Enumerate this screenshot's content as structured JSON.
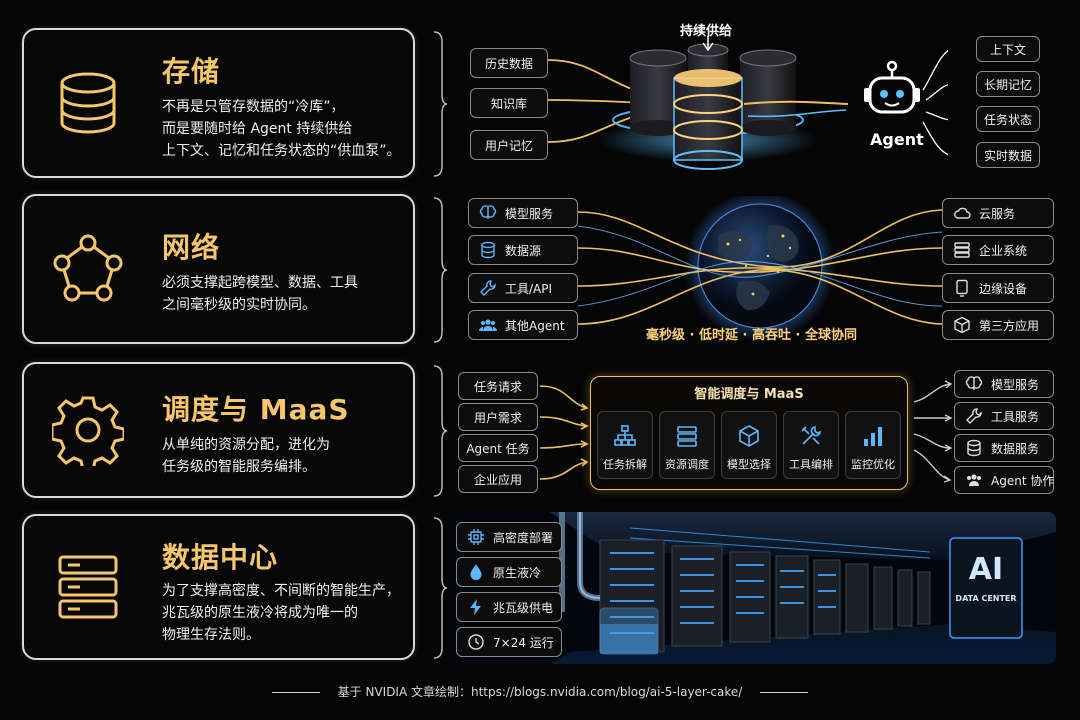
{
  "colors": {
    "gold": "#f5c76a",
    "blue": "#3aa8ff",
    "card_border": "#d9d9d9"
  },
  "storage": {
    "title": "存储",
    "desc": "不再是只管存数据的“冷库”，\n而是要随时给 Agent 持续供给\n上下文、记忆和任务状态的“供血泵”。",
    "icon": "database-icon",
    "inputs": [
      "历史数据",
      "知识库",
      "用户记忆"
    ],
    "supply_label": "持续供给",
    "agent_label": "Agent",
    "outputs": [
      "上下文",
      "长期记忆",
      "任务状态",
      "实时数据"
    ]
  },
  "network": {
    "title": "网络",
    "desc": "必须支撑起跨模型、数据、工具\n之间毫秒级的实时协同。",
    "icon": "network-nodes-icon",
    "inputs": [
      "模型服务",
      "数据源",
      "工具/API",
      "其他Agent"
    ],
    "caption": "毫秒级 · 低时延 · 高吞吐 · 全球协同",
    "outputs": [
      "云服务",
      "企业系统",
      "边缘设备",
      "第三方应用"
    ]
  },
  "scheduling": {
    "title": "调度与 MaaS",
    "desc": "从单纯的资源分配，进化为\n任务级的智能服务编排。",
    "icon": "gear-icon",
    "inputs": [
      "任务请求",
      "用户需求",
      "Agent 任务",
      "企业应用"
    ],
    "box_title": "智能调度与 MaaS",
    "steps": [
      "任务拆解",
      "资源调度",
      "模型选择",
      "工具编排",
      "监控优化"
    ],
    "outputs": [
      "模型服务",
      "工具服务",
      "数据服务",
      "Agent 协作"
    ]
  },
  "datacenter": {
    "title": "数据中心",
    "desc": "为了支撑高密度、不间断的智能生产，\n兆瓦级的原生液冷将成为唯一的\n物理生存法则。",
    "icon": "server-rack-icon",
    "features": [
      "高密度部署",
      "原生液冷",
      "兆瓦级供电",
      "7×24 运行"
    ],
    "sign_big": "AI",
    "sign_small": "DATA CENTER"
  },
  "footer": "基于 NVIDIA 文章绘制：https://blogs.nvidia.com/blog/ai-5-layer-cake/"
}
